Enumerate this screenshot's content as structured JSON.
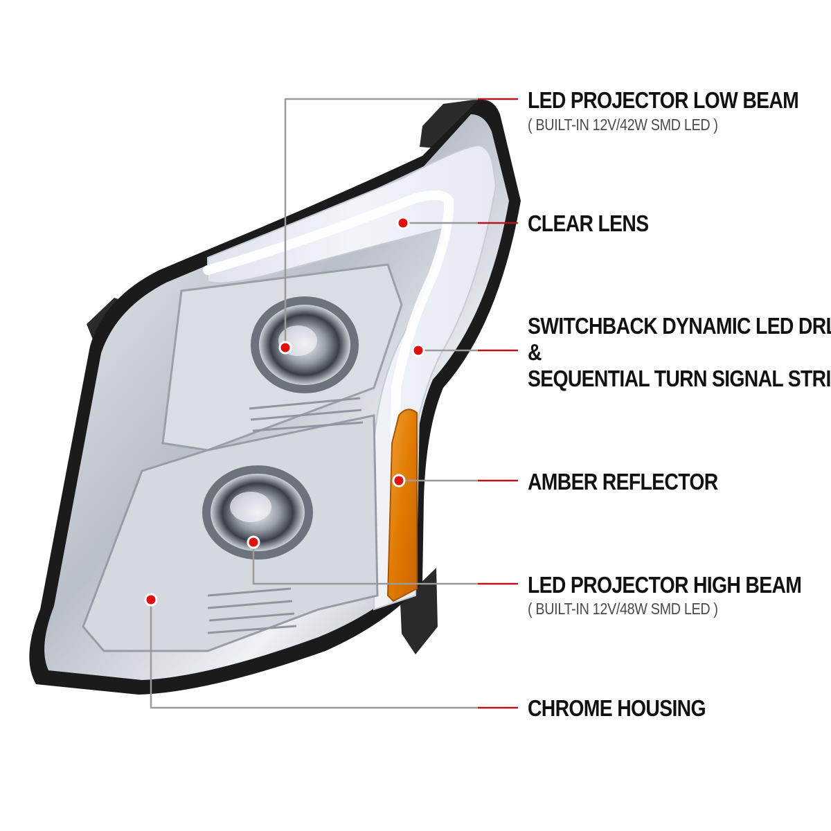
{
  "colors": {
    "leader_line": "#9a9a9a",
    "leader_accent": "#b8141c",
    "dot": "#e01010",
    "amber": "#e07a00",
    "housing_outline": "#1b1b1b",
    "chrome": "#c9ced6",
    "lens_tint": "#e9ecf6"
  },
  "product": {
    "subject": "headlight-assembly",
    "icons": [
      "projector-lens-icon",
      "amber-reflector-icon",
      "drl-strip-icon"
    ]
  },
  "callouts": [
    {
      "id": "low-beam",
      "title": "LED PROJECTOR LOW BEAM",
      "subtitle": "( BUILT-IN 12V/42W SMD LED )"
    },
    {
      "id": "clear-lens",
      "title": "CLEAR LENS"
    },
    {
      "id": "drl",
      "title_lines": [
        "SWITCHBACK DYNAMIC LED DRL",
        "&",
        "SEQUENTIAL TURN SIGNAL STRIP"
      ]
    },
    {
      "id": "amber-reflector",
      "title": "AMBER REFLECTOR"
    },
    {
      "id": "high-beam",
      "title": "LED PROJECTOR HIGH BEAM",
      "subtitle": "( BUILT-IN 12V/48W SMD LED )"
    },
    {
      "id": "chrome-housing",
      "title": "CHROME HOUSING"
    }
  ]
}
